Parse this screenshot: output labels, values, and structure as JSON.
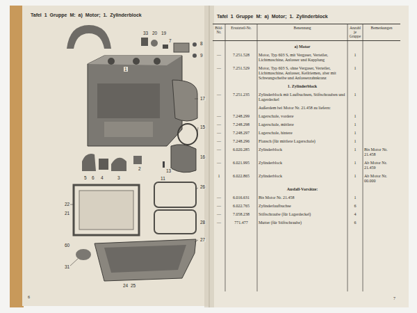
{
  "diagram": {
    "labels": [
      "Tafel 1 Gruppe M: a) Motor; 1. Zylinderblock",
      "33",
      "20",
      "19",
      "7",
      "8",
      "9",
      "1",
      "17",
      "15",
      "16",
      "5",
      "6",
      "4",
      "3",
      "2",
      "13",
      "11",
      "26",
      "28",
      "27",
      "22",
      "21",
      "60",
      "31",
      "24",
      "25",
      "6",
      "Tafel 1 Gruppe M: a) Motor; 1. Zylinderblock",
      "Bild-Nr.",
      "Ersatzteil-Nr.",
      "Benennung",
      "Anzahl je Gruppe",
      "Bemerkungen",
      "a) Motor",
      "—",
      "7.251.528",
      "Motor, Typ 603 S, mit Vergaser, Verteiler, Lichtmaschine, Anlasser und Kupplung",
      "1",
      "—",
      "7.251.529",
      "Motor, Typ 603 S, ohne Vergaser, Verteiler, Lichtmaschine, Anlasser, Keilriemen, aber mit Schwungscheibe und Anlasserzahnkranz",
      "1",
      "1. Zylinderblock",
      "—",
      "7.251.235",
      "Zylinderblock mit Laufbuchsen, Stiftschrauben und Lagerdeckel",
      "1",
      "Außerdem bei Motor Nr. 21.458 zu liefern:",
      "—",
      "7.248.299",
      "Lagerschale, vordere",
      "1",
      "—",
      "7.248.298",
      "Lagerschale, mittlere",
      "1",
      "—",
      "7.248.297",
      "Lagerschale, hintere",
      "1",
      "—",
      "7.248.296",
      "Flansch (für mittlere Lagerschale)",
      "1",
      "—",
      "6.020.285",
      "Zylinderblock",
      "1",
      "Bis Motor Nr. 21.458",
      "—",
      "6.021.995",
      "Zylinderblock",
      "1",
      "Ab Motor Nr. 21.459",
      "1",
      "6.022.865",
      "Zylinderblock",
      "1",
      "Ab Motor Nr. 00.000",
      "Ausfall-Vorsätze:",
      "—",
      "6.016.631",
      "Bis Motor Nr. 21.458",
      "1",
      "—",
      "6.022.765",
      "Zylinderlaufbuchse",
      "6",
      "—",
      "7.058.238",
      "Stiftschraube (für Lagerdeckel)",
      "4",
      "—",
      "771.477",
      "Mutter (für Stiftschraube)",
      "6",
      "7"
    ]
  }
}
